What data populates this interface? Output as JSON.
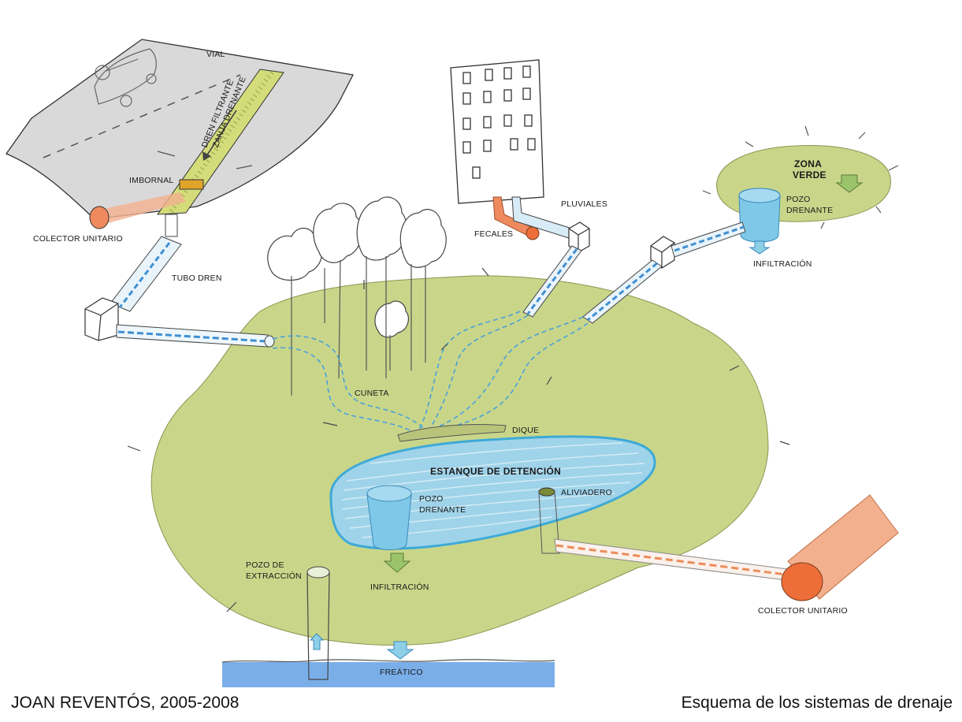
{
  "labels": {
    "vial": "VIAL",
    "dren_filtrante": "DREN FILTRANTE",
    "zanja_drenante": "ZANJA DRENANTE",
    "imbornal": "IMBORNAL",
    "colector_unitario_top": "COLECTOR UNITARIO",
    "tubo_dren": "TUBO DREN",
    "pluviales": "PLUVIALES",
    "fecales": "FECALES",
    "zona_verde_1": "ZONA",
    "zona_verde_2": "VERDE",
    "pozo_drenante_top_1": "POZO",
    "pozo_drenante_top_2": "DRENANTE",
    "infiltracion_top": "INFILTRACIÓN",
    "cuneta": "CUNETA",
    "dique": "DIQUE",
    "estanque": "ESTANQUE DE DETENCIÓN",
    "pozo_drenante_pond_1": "POZO",
    "pozo_drenante_pond_2": "DRENANTE",
    "aliviadero": "ALIVIADERO",
    "pozo_extraccion_1": "POZO DE",
    "pozo_extraccion_2": "EXTRACCIÓN",
    "infiltracion_pond": "INFILTRACIÓN",
    "colector_unitario_right": "COLECTOR UNITARIO",
    "freatico": "FREÁTICO"
  },
  "footer": {
    "author": "JOAN REVENTÓS, 2005-2008",
    "caption": "Esquema de los sistemas de drenaje"
  },
  "colors": {
    "green_area": "#c9d68a",
    "water_blue": "#7fc8e8",
    "pond_blue": "#9fd3ea",
    "freatico_blue": "#7aaee8",
    "road_gray": "#d9d9d9",
    "collector_orange": "#ee8a5e",
    "drain_strip": "#d4dc7a"
  }
}
